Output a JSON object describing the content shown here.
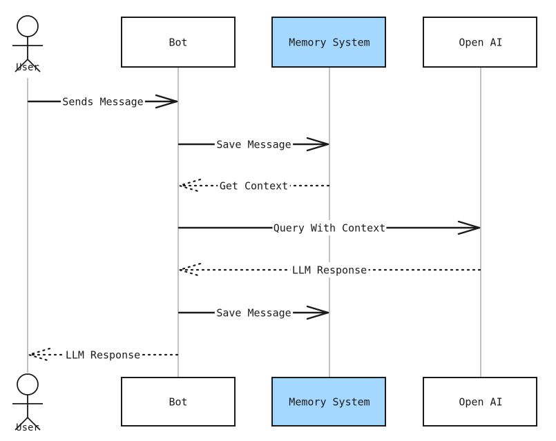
{
  "diagram": {
    "type": "sequence",
    "accent_fill": "#a5d8ff",
    "participants": [
      {
        "id": "user",
        "label": "User",
        "kind": "actor"
      },
      {
        "id": "bot",
        "label": "Bot",
        "kind": "box",
        "fill": "#ffffff"
      },
      {
        "id": "memory",
        "label": "Memory System",
        "kind": "box",
        "fill": "#a5d8ff"
      },
      {
        "id": "openai",
        "label": "Open AI",
        "kind": "box",
        "fill": "#ffffff"
      }
    ],
    "messages": [
      {
        "from": "user",
        "to": "bot",
        "label": "Sends Message",
        "style": "solid"
      },
      {
        "from": "bot",
        "to": "memory",
        "label": "Save Message",
        "style": "solid"
      },
      {
        "from": "memory",
        "to": "bot",
        "label": "Get Context",
        "style": "dotted"
      },
      {
        "from": "bot",
        "to": "openai",
        "label": "Query With Context",
        "style": "solid"
      },
      {
        "from": "openai",
        "to": "bot",
        "label": "LLM Response",
        "style": "dotted"
      },
      {
        "from": "bot",
        "to": "memory",
        "label": "Save Message",
        "style": "solid"
      },
      {
        "from": "bot",
        "to": "user",
        "label": "LLM Response",
        "style": "dotted"
      }
    ]
  }
}
